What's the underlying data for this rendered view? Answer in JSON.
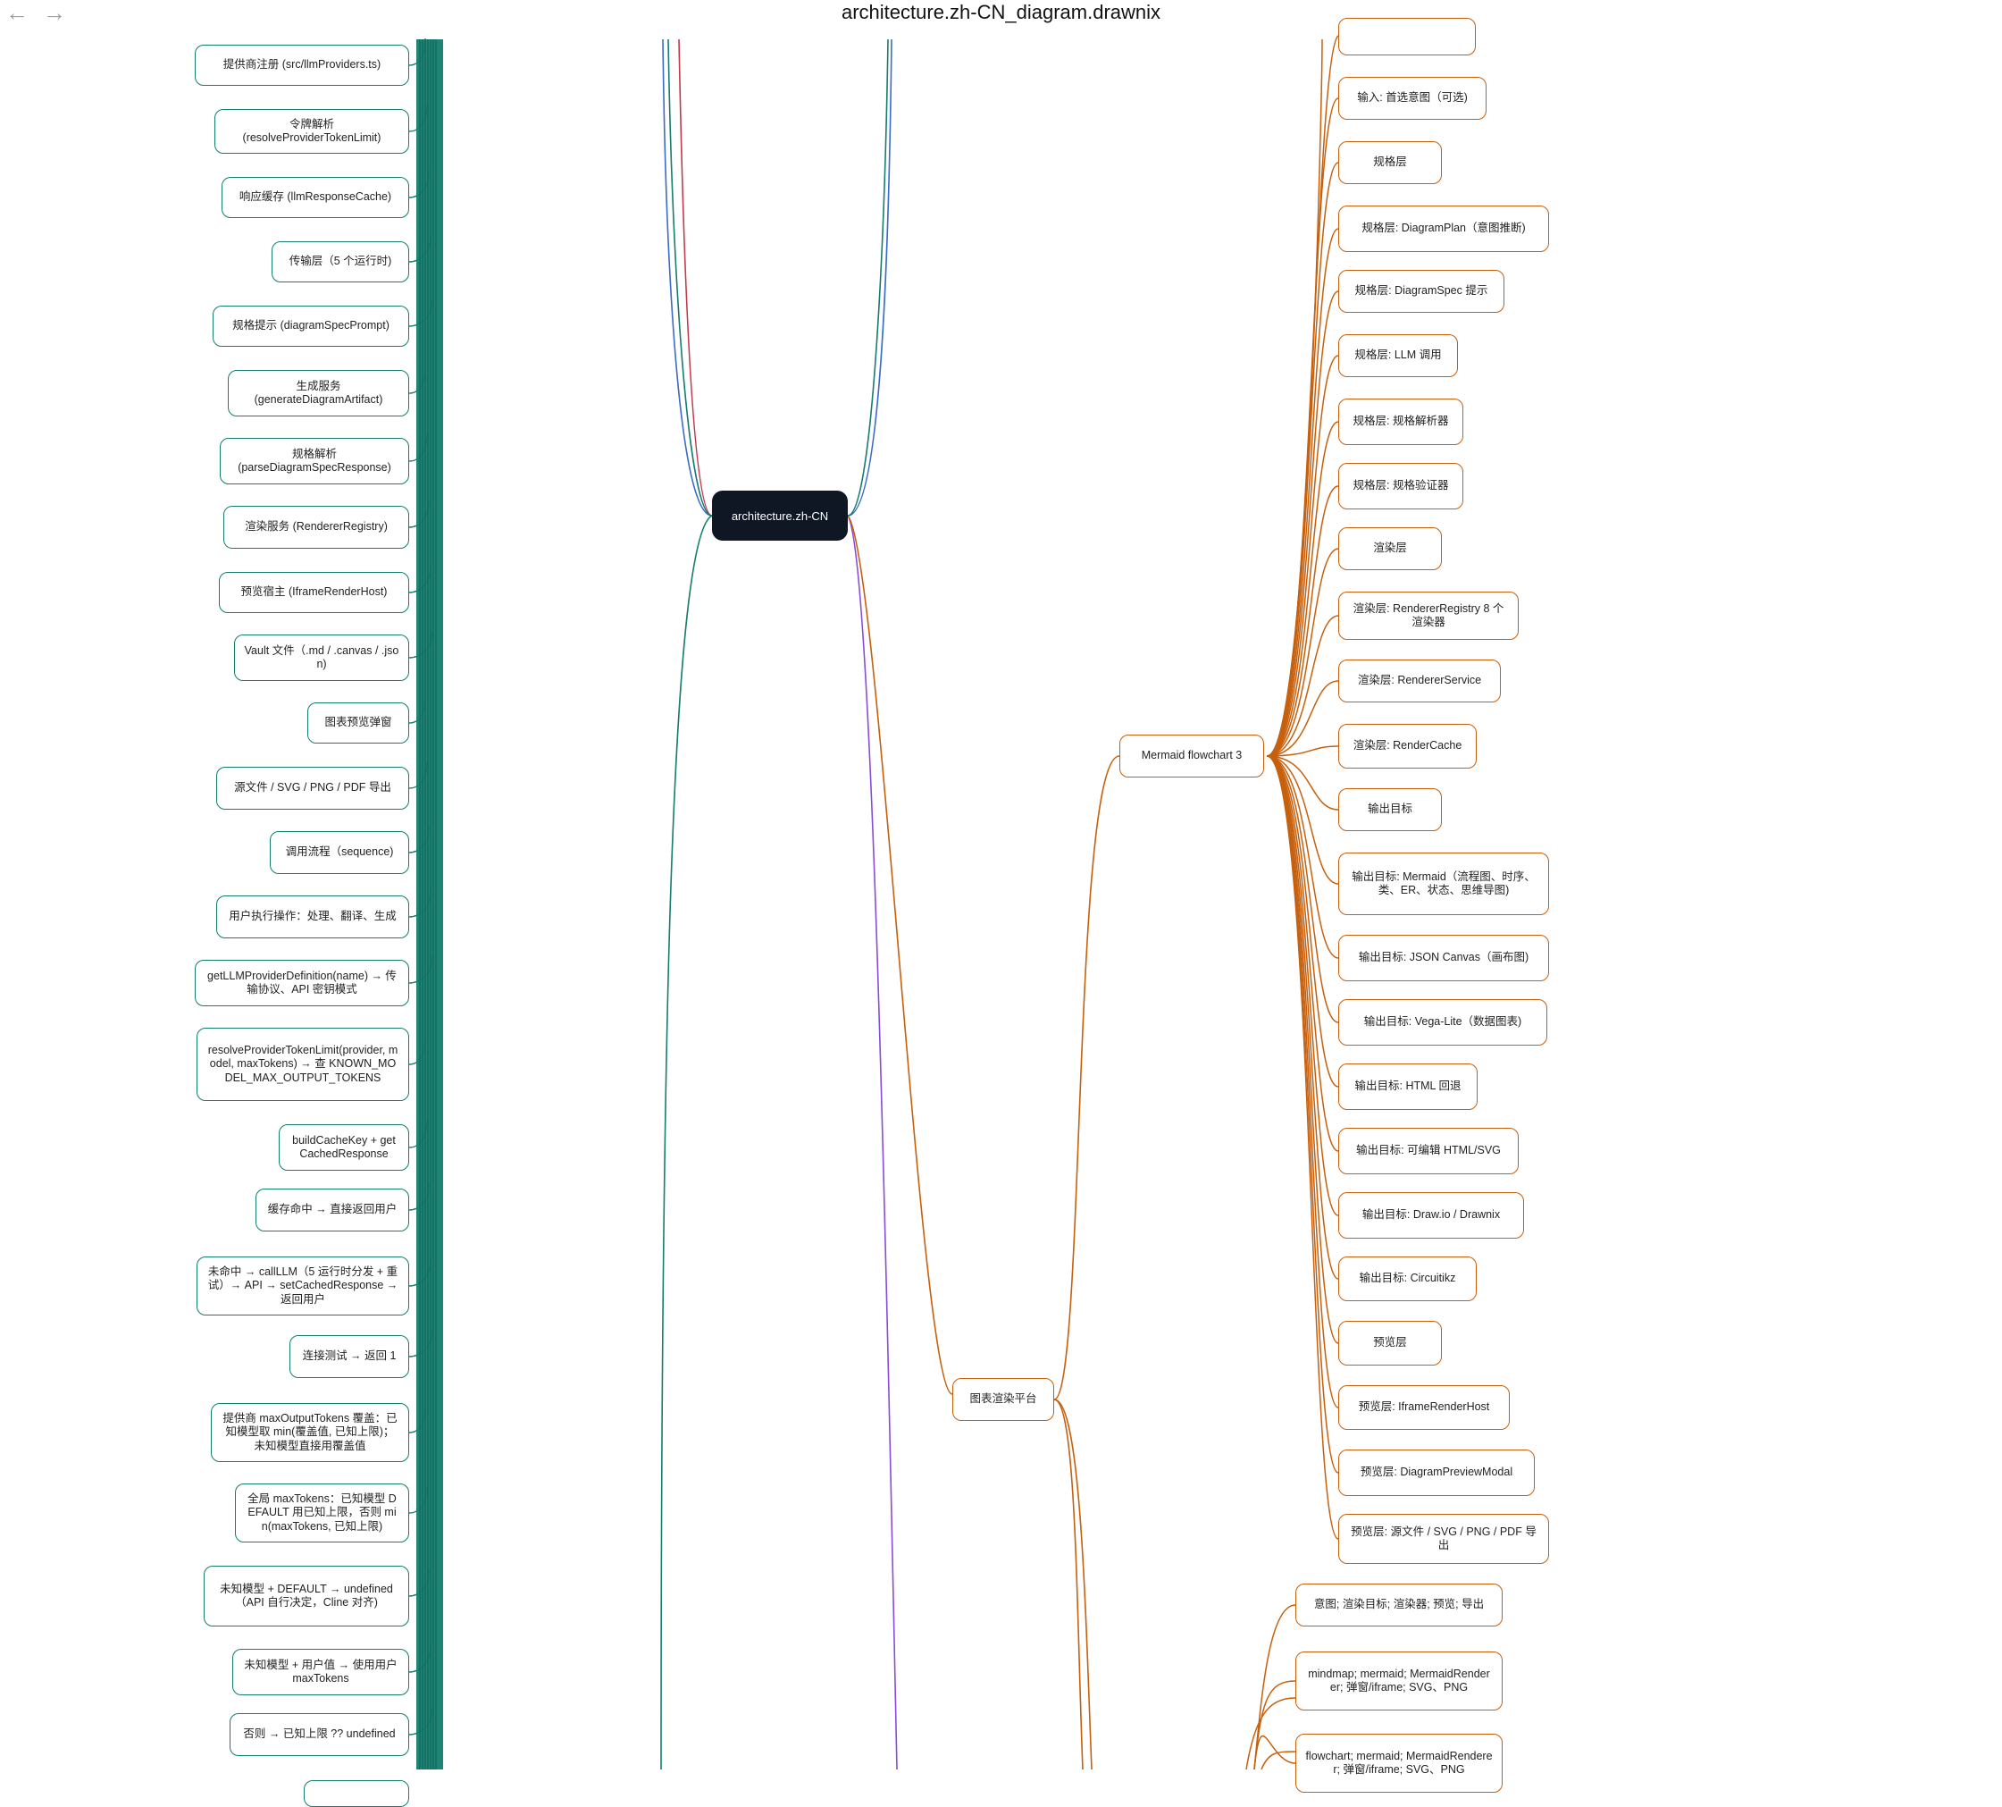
{
  "window": {
    "title": "architecture.zh-CN_diagram.drawnix",
    "back_icon": "arrow-left-icon",
    "forward_icon": "arrow-right-icon"
  },
  "colors": {
    "left_branch": "#147d6d",
    "right_branch": "#c6600d",
    "blue": "#3a6bc8",
    "red": "#c0394a",
    "purple": "#8a4ad8",
    "root_bg": "#0f1724"
  },
  "root": {
    "label": "architecture.zh-CN"
  },
  "left_nodes": [
    "提供商注册 (src/llmProviders.ts)",
    "令牌解析\n(resolveProviderTokenLimit)",
    "响应缓存 (llmResponseCache)",
    "传输层（5 个运行时)",
    "规格提示 (diagramSpecPrompt)",
    "生成服务\n(generateDiagramArtifact)",
    "规格解析\n(parseDiagramSpecResponse)",
    "渲染服务 (RendererRegistry)",
    "预览宿主 (IframeRenderHost)",
    "Vault 文件（.md / .canvas / .json)",
    "图表预览弹窗",
    "源文件 / SVG / PNG / PDF 导出",
    "调用流程（sequence)",
    "用户执行操作：处理、翻译、生成",
    "getLLMProviderDefinition(name) → 传输协议、API 密钥模式",
    "resolveProviderTokenLimit(provider, model, maxTokens) → 查 KNOWN_MODEL_MAX_OUTPUT_TOKENS",
    "buildCacheKey + getCachedResponse",
    "缓存命中 → 直接返回用户",
    "未命中 → callLLM（5 运行时分发 + 重试）→ API → setCachedResponse → 返回用户",
    "连接测试 → 返回 1",
    "提供商 maxOutputTokens 覆盖：已知模型取 min(覆盖值, 已知上限)；未知模型直接用覆盖值",
    "全局 maxTokens：已知模型 DEFAULT 用已知上限，否则 min(maxTokens, 已知上限)",
    "未知模型 + DEFAULT → undefined（API 自行决定，Cline 对齐)",
    "未知模型 + 用户值 → 使用用户 maxTokens",
    "否则 → 已知上限 ?? undefined"
  ],
  "mid_nodes": {
    "mermaid": "Mermaid flowchart 3",
    "platform": "图表渲染平台"
  },
  "right_nodes": [
    "输入: 首选意图（可选)",
    "规格层",
    "规格层: DiagramPlan（意图推断)",
    "规格层: DiagramSpec 提示",
    "规格层: LLM 调用",
    "规格层: 规格解析器",
    "规格层: 规格验证器",
    "渲染层",
    "渲染层: RendererRegistry 8 个渲染器",
    "渲染层: RendererService",
    "渲染层: RenderCache",
    "输出目标",
    "输出目标: Mermaid（流程图、时序、类、ER、状态、思维导图)",
    "输出目标: JSON Canvas（画布图)",
    "输出目标: Vega-Lite（数据图表)",
    "输出目标: HTML 回退",
    "输出目标: 可编辑 HTML/SVG",
    "输出目标: Draw.io / Drawnix",
    "输出目标: Circuitikz",
    "预览层",
    "预览层: IframeRenderHost",
    "预览层: DiagramPreviewModal",
    "预览层: 源文件 / SVG / PNG / PDF 导出"
  ],
  "lower_nodes": [
    "意图; 渲染目标; 渲染器; 预览; 导出",
    "mindmap; mermaid; MermaidRenderer; 弹窗/iframe; SVG、PNG",
    "flowchart; mermaid; MermaidRenderer; 弹窗/iframe; SVG、PNG"
  ]
}
